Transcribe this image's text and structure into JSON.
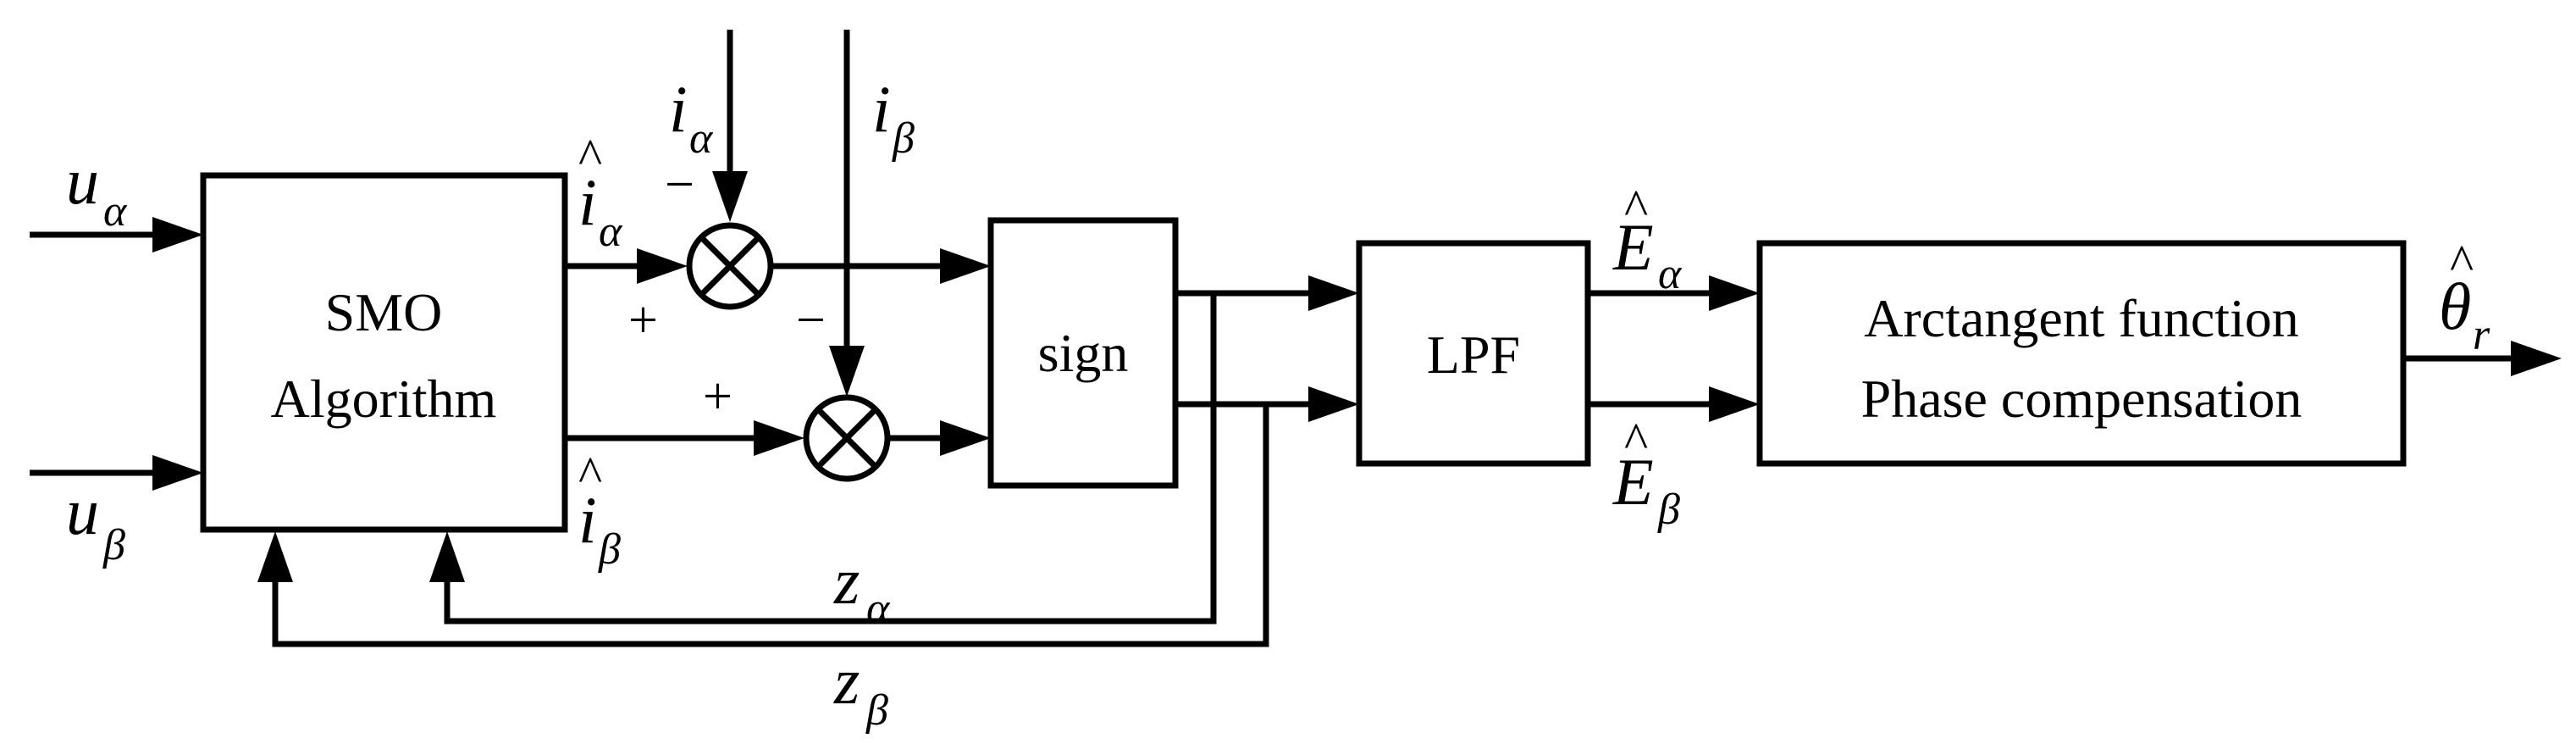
{
  "blocks": {
    "smo_line1": "SMO",
    "smo_line2": "Algorithm",
    "sign": "sign",
    "lpf": "LPF",
    "arctan_line1": "Arctangent function",
    "arctan_line2": "Phase compensation"
  },
  "signals": {
    "u_alpha": {
      "base": "u",
      "sub": "α"
    },
    "u_beta": {
      "base": "u",
      "sub": "β"
    },
    "i_alpha": {
      "base": "i",
      "sub": "α"
    },
    "i_beta": {
      "base": "i",
      "sub": "β"
    },
    "i_hat_alpha": {
      "base": "i",
      "sub": "α",
      "hat": "^"
    },
    "i_hat_beta": {
      "base": "i",
      "sub": "β",
      "hat": "^"
    },
    "e_hat_alpha": {
      "base": "E",
      "sub": "α",
      "hat": "^"
    },
    "e_hat_beta": {
      "base": "E",
      "sub": "β",
      "hat": "^"
    },
    "z_alpha": {
      "base": "z",
      "sub": "α"
    },
    "z_beta": {
      "base": "z",
      "sub": "β"
    },
    "theta_hat_r": {
      "base": "θ",
      "sub": "r",
      "hat": "^"
    }
  },
  "signs": {
    "sum1_minus": "−",
    "sum1_plus": "+",
    "sum2_minus": "−",
    "sum2_plus": "+"
  }
}
